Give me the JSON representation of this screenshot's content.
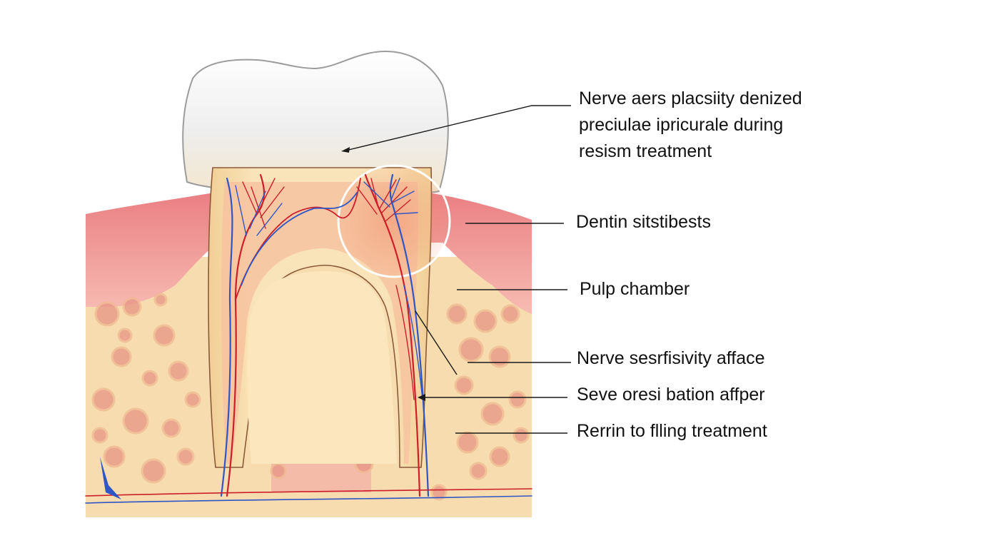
{
  "diagram": {
    "labels": [
      {
        "lines": [
          "Nerve aers placsiity denized",
          "preciulae ipricurale during",
          "resism treatment"
        ]
      },
      {
        "lines": [
          "Dentin sitstibests"
        ]
      },
      {
        "lines": [
          "Pulp chamber"
        ]
      },
      {
        "lines": [
          "Nerve sesrfisivity afface"
        ]
      },
      {
        "lines": [
          "Seve oresi bation affper"
        ]
      },
      {
        "lines": [
          "Rerrin to flling treatment"
        ]
      }
    ]
  },
  "colors": {
    "gum": "#ee8e90",
    "gum_light": "#f6b8b4",
    "bone": "#f6dcae",
    "bone_spot": "#e79484",
    "enamel": "#f2f2f2",
    "dentin": "#f7dfae",
    "pulp": "#f8c9a6",
    "artery": "#cc1f2a",
    "vein": "#2f56c6",
    "leader": "#1a1a1a"
  }
}
